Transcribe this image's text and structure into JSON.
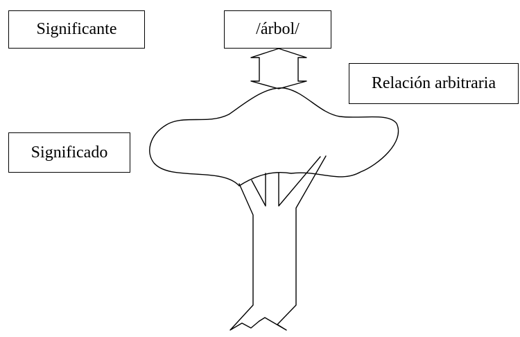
{
  "labels": {
    "significante": "Significante",
    "arbol": "/árbol/",
    "relacion": "Relación arbitraria",
    "significado": "Significado"
  },
  "icons": {
    "arrow": "double-headed-arrow-icon",
    "tree": "tree-icon"
  }
}
